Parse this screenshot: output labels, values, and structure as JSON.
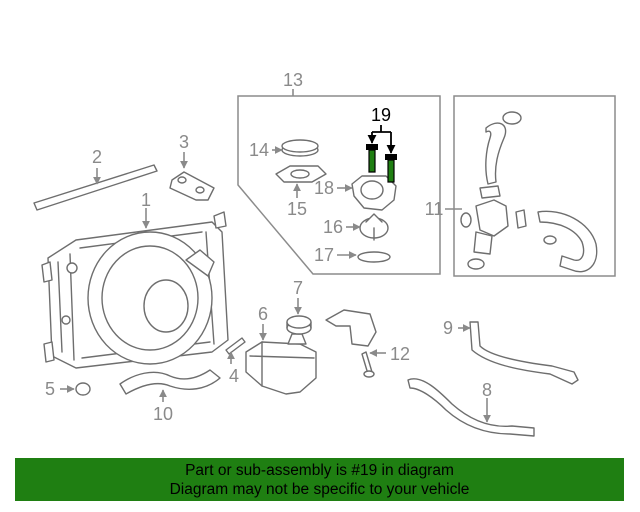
{
  "callouts": {
    "c1": "1",
    "c2": "2",
    "c3": "3",
    "c4": "4",
    "c5": "5",
    "c6": "6",
    "c7": "7",
    "c8": "8",
    "c9": "9",
    "c10": "10",
    "c11": "11",
    "c12": "12",
    "c13": "13",
    "c14": "14",
    "c15": "15",
    "c16": "16",
    "c17": "17",
    "c18": "18",
    "c19": "19"
  },
  "highlight_callout": "19",
  "banner": {
    "line1": "Part or sub-assembly is #19 in diagram",
    "line2": "Diagram may not be specific to your vehicle",
    "background": "#1f7f12"
  }
}
